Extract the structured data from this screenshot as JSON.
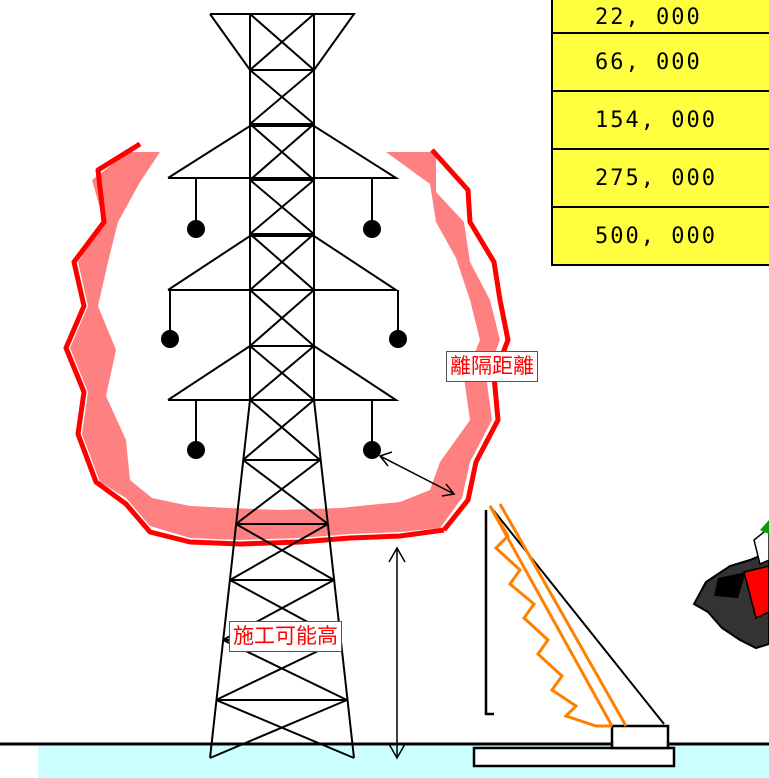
{
  "labels": {
    "clearance_distance": "離隔距離",
    "workable_height": "施工可能高"
  },
  "voltage_table": {
    "rows": [
      "22, 000",
      "66, 000",
      "154, 000",
      "275, 000",
      "500, 000"
    ]
  },
  "colors": {
    "clearance_zone_fill": "#ff8080",
    "clearance_zone_outline": "#ff0000",
    "table_background": "#ffff40",
    "crane_boom": "#ff8000",
    "ground_strip": "#ccffff",
    "label_text": "#ff0000"
  },
  "icons": {
    "tower": "transmission-tower-icon",
    "crane": "crane-truck-icon",
    "worker": "worker-figure-icon"
  }
}
